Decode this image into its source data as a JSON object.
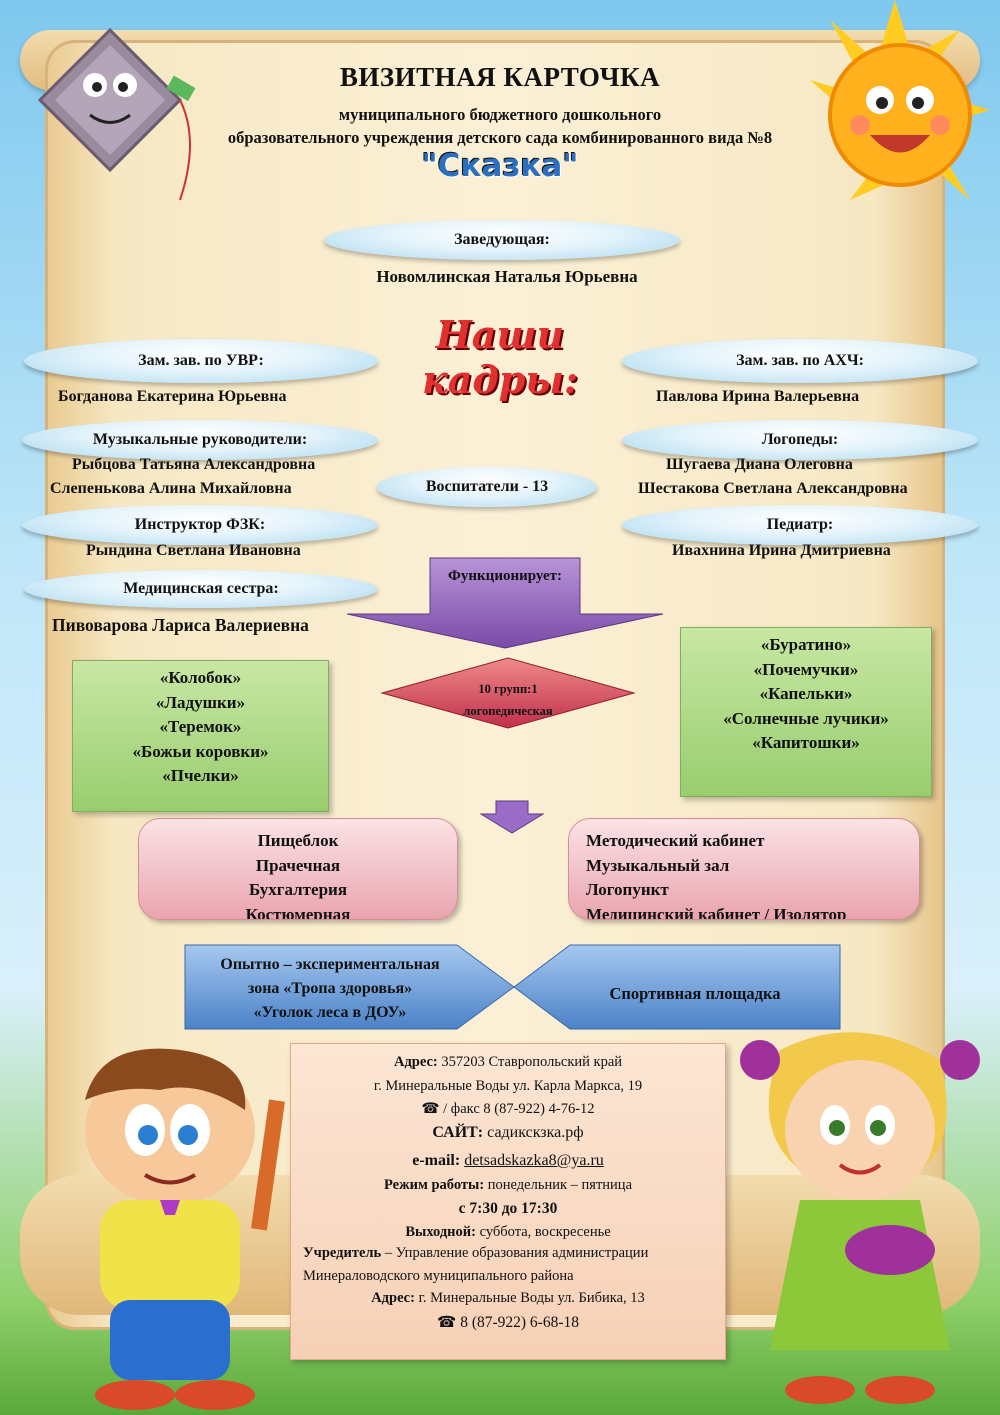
{
  "header": {
    "title": "ВИЗИТНАЯ КАРТОЧКА",
    "subtitle_line1": "муниципального бюджетного дошкольного",
    "subtitle_line2": "образовательного учреждения детского сада комбинированного вида №8",
    "kindergarten_name": "\"Сказка\""
  },
  "head": {
    "label": "Заведующая:",
    "name": "Новомлинская Наталья Юрьевна"
  },
  "staff_heading": "Наши кадры:",
  "staff": {
    "deputy_uvr": {
      "label": "Зам. зав. по УВР:",
      "name": "Богданова Екатерина Юрьевна"
    },
    "deputy_ahch": {
      "label": "Зам. зав. по АХЧ:",
      "name": "Павлова Ирина Валерьевна"
    },
    "music": {
      "label": "Музыкальные руководители:",
      "name1": "Рыбцова Татьяна Александровна",
      "name2": "Слепенькова Алина Михайловна"
    },
    "speech": {
      "label": "Логопеды:",
      "name1": "Шугаева Диана Олеговна",
      "name2": "Шестакова Светлана Александровна"
    },
    "teachers": "Воспитатели - 13",
    "pe": {
      "label": "Инструктор ФЗК:",
      "name": "Рындина Светлана Ивановна"
    },
    "pediatrician": {
      "label": "Педиатр:",
      "name": "Ивахнина Ирина Дмитриевна"
    },
    "nurse": {
      "label": "Медицинская сестра:",
      "name": "Пивоварова Лариса Валериевна"
    }
  },
  "functions": {
    "label": "Функционирует:",
    "groups_line1": "10 групп:1",
    "groups_line2": "логопедическая"
  },
  "groups_left": [
    "«Колобок»",
    "«Ладушки»",
    "«Теремок»",
    "«Божьи коровки»",
    "«Пчелки»"
  ],
  "groups_right": [
    "«Буратино»",
    "«Почемучки»",
    "«Капельки»",
    "«Солнечные лучики»",
    "«Капитошки»"
  ],
  "facilities_left": [
    "Пищеблок",
    "Прачечная",
    "Бухгалтерия",
    "Костюмерная"
  ],
  "facilities_right": [
    "Методический кабинет",
    "Музыкальный зал",
    "Логопункт",
    "Медицинский кабинет / Изолятор"
  ],
  "outdoor": {
    "left_line1": "Опытно – экспериментальная",
    "left_line2": "зона «Тропа здоровья»",
    "left_line3": "«Уголок леса в ДОУ»",
    "right": "Спортивная площадка"
  },
  "contacts": {
    "address_label": "Адрес:",
    "address_line1": "357203 Ставропольский край",
    "address_line2": "г. Минеральные Воды ул. Карла Маркса, 19",
    "phone": "/ факс 8 (87-922) 4-76-12",
    "site_label": "САЙТ:",
    "site": "садикскзка.рф",
    "email_label": "e-mail:",
    "email": "detsadskazka8@ya.ru",
    "hours_label": "Режим работы:",
    "hours_days": "понедельник – пятница",
    "hours_time": "с 7:30 до 17:30",
    "dayoff_label": "Выходной:",
    "dayoff": "суббота, воскресенье",
    "founder_label": "Учредитель",
    "founder_line1": "– Управление образования администрации",
    "founder_line2": "Минераловодского муниципального района",
    "founder_address_label": "Адрес:",
    "founder_address": "г. Минеральные Воды ул. Бибика, 13",
    "founder_phone": "8 (87-922) 6-68-18"
  }
}
